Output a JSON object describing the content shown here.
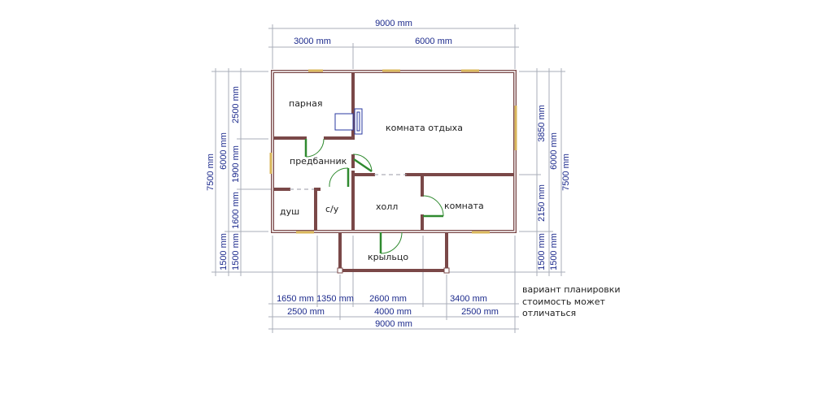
{
  "dimensions": {
    "top_total": "9000 mm",
    "top_left": "3000 mm",
    "top_right": "6000 mm",
    "left_total": "7500 mm",
    "left_house": "6000 mm",
    "left_porch": "1500 mm",
    "left_parnaya": "2500 mm",
    "left_predbannik": "1900 mm",
    "left_dush": "1600 mm",
    "left_porch2": "1500 mm",
    "right_rest": "3850 mm",
    "right_room": "2150 mm",
    "right_porch": "1500 mm",
    "right_house": "6000 mm",
    "right_porch2": "1500 mm",
    "right_total": "7500 mm",
    "bottom_a": "1650 mm",
    "bottom_b": "1350 mm",
    "bottom_c": "2600 mm",
    "bottom_d": "3400 mm",
    "bottom_e": "2500 mm",
    "bottom_f": "4000 mm",
    "bottom_g": "2500 mm",
    "bottom_total": "9000 mm"
  },
  "rooms": {
    "steam_room": "парная",
    "rest_room": "комната отдыха",
    "dressing_room": "предбанник",
    "shower": "душ",
    "wc": "с/у",
    "hall": "холл",
    "room": "комната",
    "porch": "крыльцо"
  },
  "note": {
    "line1": "вариант планировки",
    "line2": "стоимость может",
    "line3": "отличаться"
  },
  "colors": {
    "dimension_text": "#1c2a8c",
    "wall": "#7a4848",
    "door": "#2f8a2f",
    "window": "#d9b65a"
  }
}
